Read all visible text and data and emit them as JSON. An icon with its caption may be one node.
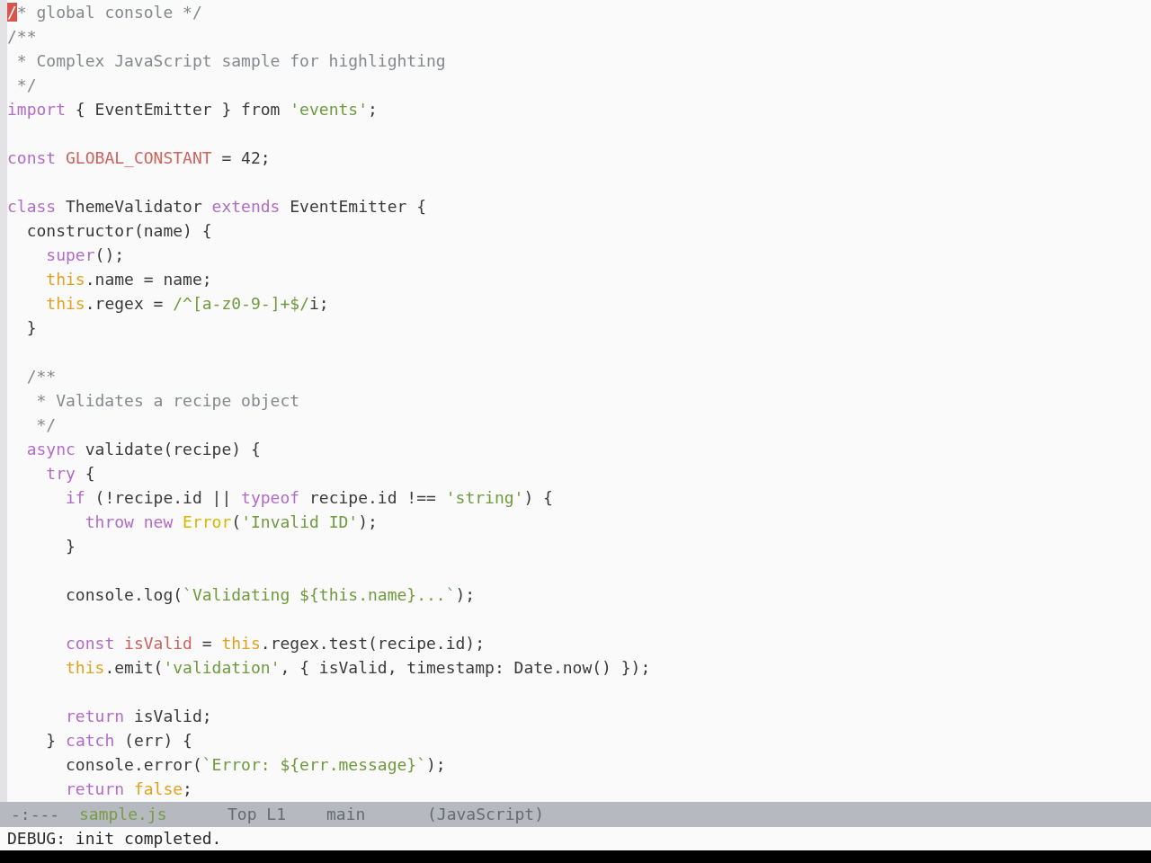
{
  "diagram": {
    "labels": [
      "/* global console */",
      "/**",
      "* Complex JavaScript sample for highlighting",
      "*/",
      "import { EventEmitter } from 'events';",
      "const GLOBAL_CONSTANT = 42;",
      "class ThemeValidator extends EventEmitter {",
      "constructor(name) {",
      "super();",
      "this.name = name;",
      "this.regex = /^[a-z0-9-]+$/i;",
      "}",
      "/**",
      "* Validates a recipe object",
      "*/",
      "async validate(recipe) {",
      "try {",
      "if (!recipe.id || typeof recipe.id !== 'string') {",
      "throw new Error('Invalid ID');",
      "}",
      "console.log(`Validating ${this.name}...`);",
      "const isValid = this.regex.test(recipe.id);",
      "this.emit('validation', { isValid, timestamp: Date.now() });",
      "return isValid;",
      "} catch (err) {",
      "console.error(`Error: ${err.message}`);",
      "return false;",
      "-:---",
      "sample.js",
      "Top L1",
      "main",
      "(JavaScript)",
      "DEBUG: init completed."
    ]
  }
}
